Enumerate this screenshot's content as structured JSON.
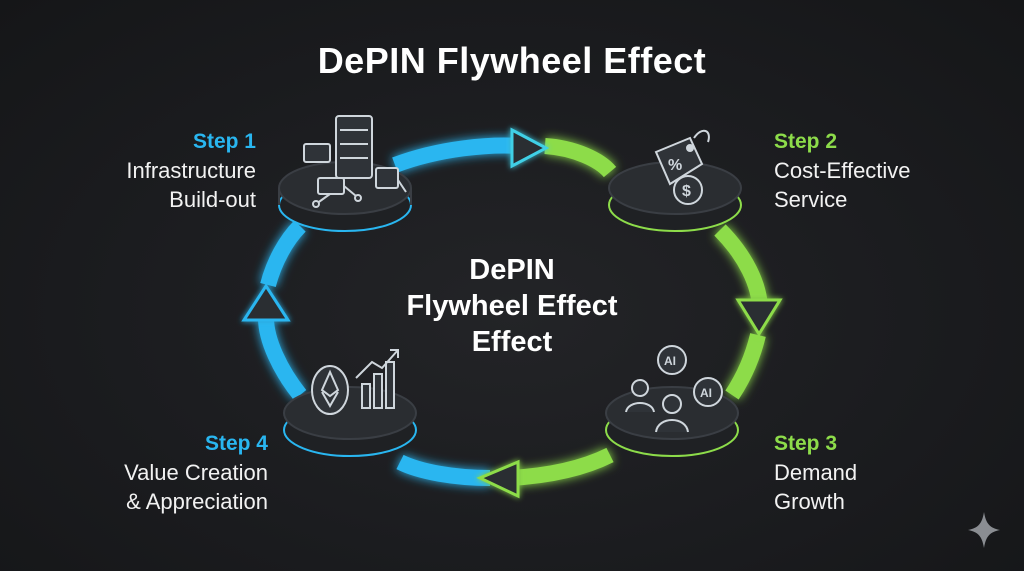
{
  "title": "DePIN Flywheel Effect",
  "center": {
    "line1": "DePIN",
    "line2": "Flywheel Effect",
    "line3": "Effect"
  },
  "steps": [
    {
      "number": "Step 1",
      "line1": "Infrastructure",
      "line2": "Build-out",
      "icon": "server-network-icon"
    },
    {
      "number": "Step 2",
      "line1": "Cost-Effective",
      "line2": "Service",
      "icon": "price-tag-dollar-icon"
    },
    {
      "number": "Step 3",
      "line1": "Demand",
      "line2": "Growth",
      "icon": "users-ai-icon"
    },
    {
      "number": "Step 4",
      "line1": "Value Creation",
      "line2": "& Appreciation",
      "icon": "coin-growth-chart-icon"
    }
  ],
  "icons": {
    "sparkle": "sparkle-icon"
  },
  "colors": {
    "background": "#1b1c1f",
    "cyan": "#29b6f0",
    "green": "#8ddc4a",
    "platform": "#2a2d31",
    "text": "#ffffff"
  },
  "ai_labels": [
    "AI",
    "AI"
  ]
}
